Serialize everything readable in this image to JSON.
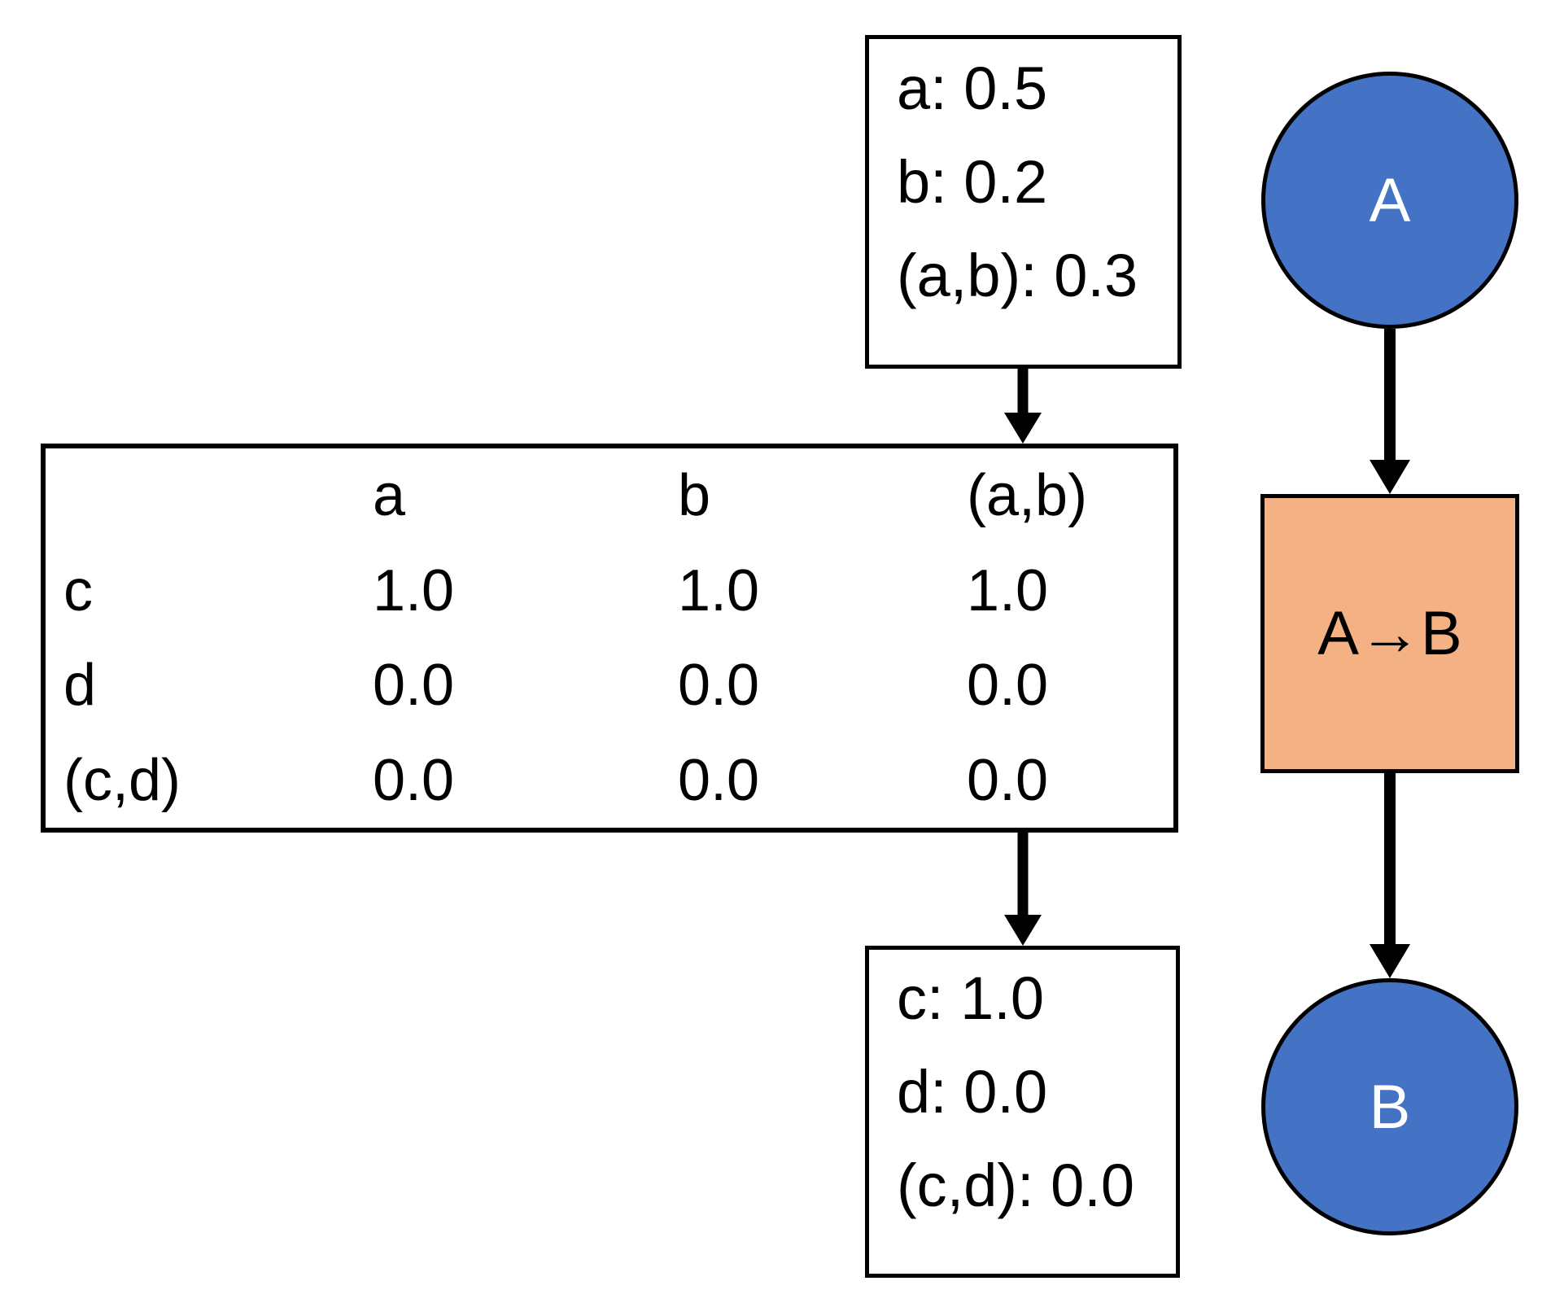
{
  "input_message": {
    "lines": [
      "a: 0.5",
      "b: 0.2",
      "(a,b): 0.3"
    ]
  },
  "cpt": {
    "corner": "",
    "col_headers": [
      "a",
      "b",
      "(a,b)"
    ],
    "rows": [
      {
        "label": "c",
        "values": [
          "1.0",
          "1.0",
          "1.0"
        ]
      },
      {
        "label": "d",
        "values": [
          "0.0",
          "0.0",
          "0.0"
        ]
      },
      {
        "label": "(c,d)",
        "values": [
          "0.0",
          "0.0",
          "0.0"
        ]
      }
    ]
  },
  "output_message": {
    "lines": [
      "c: 1.0",
      "d: 0.0",
      "(c,d): 0.0"
    ]
  },
  "graph": {
    "node_a_label": "A",
    "factor_label": "A→B",
    "node_b_label": "B"
  },
  "colors": {
    "node_fill": "#4472C4",
    "node_text": "#FFFFFF",
    "factor_fill": "#F4B183",
    "factor_text": "#000000",
    "outline": "#000000",
    "arrow": "#000000",
    "box_text": "#000000",
    "background": "#FFFFFF"
  }
}
